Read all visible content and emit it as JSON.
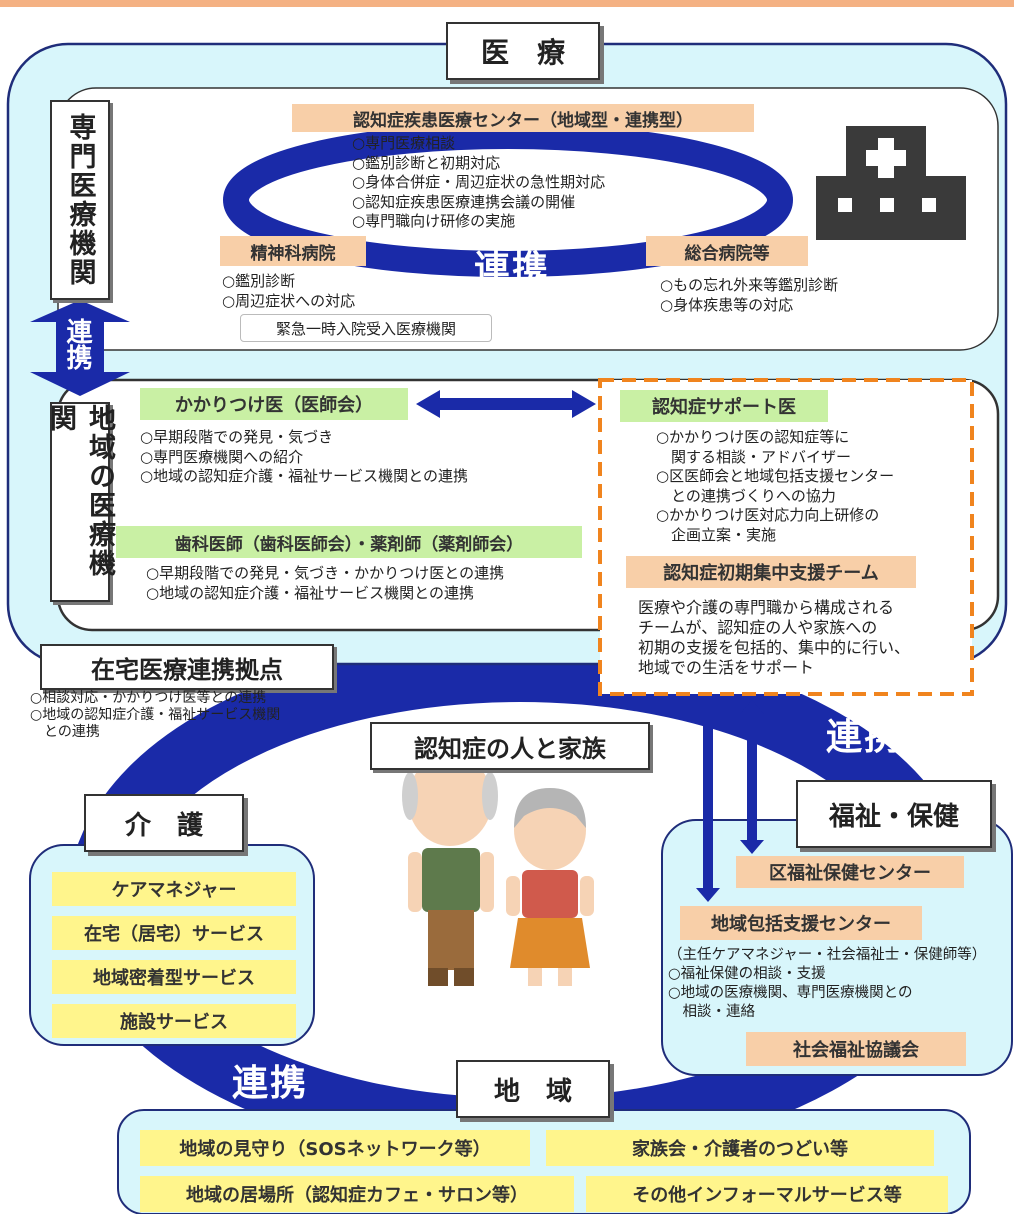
{
  "sections": {
    "iryo": "医　療",
    "senmon": "専門医療機関",
    "chiiki_iryo": "地域の医療機関",
    "zaitaku": "在宅医療連携拠点",
    "kaigo": "介　護",
    "fukushi": "福祉・保健",
    "chiiki": "地　域",
    "center": "認知症の人と家族"
  },
  "renkei": {
    "main": "連携",
    "vertical": "連携",
    "right": "連携",
    "bottom": "連携"
  },
  "senmon_iryo": {
    "center_title": "認知症疾患医療センター（地域型・連携型）",
    "center_items": [
      "○専門医療相談",
      "○鑑別診断と初期対応",
      "○身体合併症・周辺症状の急性期対応",
      "○認知症疾患医療連携会議の開催",
      "○専門職向け研修の実施"
    ],
    "seishin_title": "精神科病院",
    "seishin_items": [
      "○鑑別診断",
      "○周辺症状への対応"
    ],
    "emergency": "緊急一時入院受入医療機関",
    "sogo_title": "総合病院等",
    "sogo_items": [
      "○もの忘れ外来等鑑別診断",
      "○身体疾患等の対応"
    ]
  },
  "chiiki_iryo_kikan": {
    "kakaritsuke_title": "かかりつけ医（医師会）",
    "kakaritsuke_items": [
      "○早期段階での発見・気づき",
      "○専門医療機関への紹介",
      "○地域の認知症介護・福祉サービス機関との連携"
    ],
    "shika_title": "歯科医師（歯科医師会）・薬剤師（薬剤師会）",
    "shika_items": [
      "○早期段階での発見・気づき・かかりつけ医との連携",
      "○地域の認知症介護・福祉サービス機関との連携"
    ],
    "support_title": "認知症サポート医",
    "support_items": [
      "○かかりつけ医の認知症等に",
      "　関する相談・アドバイザー",
      "○区医師会と地域包括支援センター",
      "　との連携づくりへの協力",
      "○かかりつけ医対応力向上研修の",
      "　企画立案・実施"
    ],
    "team_title": "認知症初期集中支援チーム",
    "team_text": [
      "医療や介護の専門職から構成される",
      "チームが、認知症の人や家族への",
      "初期の支援を包括的、集中的に行い、",
      "地域での生活をサポート"
    ]
  },
  "zaitaku_items": [
    "○相談対応・かかりつけ医等との連携",
    "○地域の認知症介護・福祉サービス機関",
    "　との連携"
  ],
  "kaigo_items": [
    "ケアマネジャー",
    "在宅（居宅）サービス",
    "地域密着型サービス",
    "施設サービス"
  ],
  "fukushi_hoken": {
    "ku_center": "区福祉保健センター",
    "houkatsu": "地域包括支援センター",
    "houkatsu_items": [
      "（主任ケアマネジャー・社会福祉士・保健師等）",
      "○福祉保健の相談・支援",
      "○地域の医療機関、専門医療機関との",
      "　相談・連絡"
    ],
    "shakyo": "社会福祉協議会"
  },
  "chiiki_items": [
    "地域の見守り（SOSネットワーク等）",
    "家族会・介護者のつどい等",
    "地域の居場所（認知症カフェ・サロン等）",
    "その他インフォーマルサービス等"
  ],
  "colors": {
    "navy": "#1a2aa8",
    "light_blue": "#d8f6fb",
    "peach": "#f8cfa8",
    "green": "#c9f0a4",
    "yellow": "#fff58c",
    "orange_dash": "#f0841e"
  },
  "icons": [
    "hospital-icon",
    "elderly-couple-icon"
  ]
}
